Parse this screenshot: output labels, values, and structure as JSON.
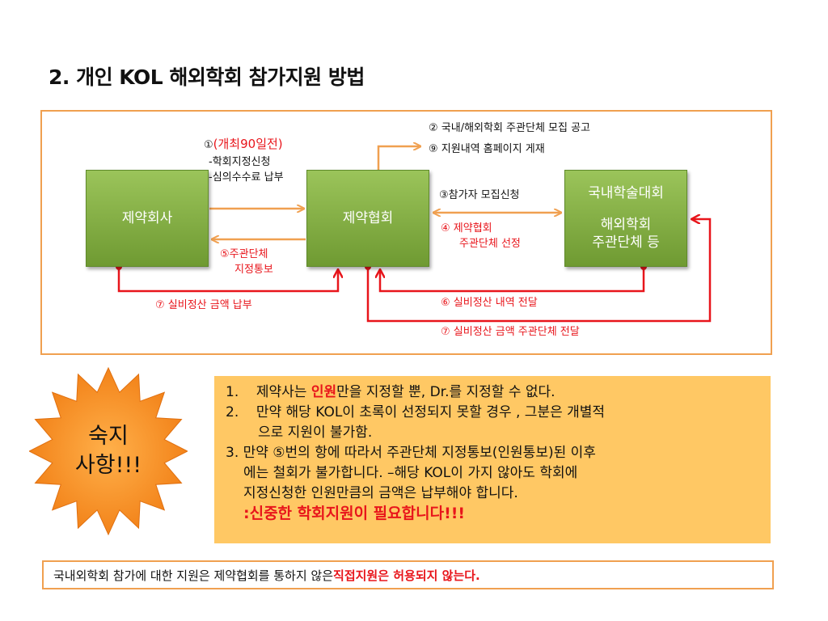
{
  "title": "2. 개인 KOL 해외학회 참가지원 방법",
  "nodes": {
    "pharma": "제약회사",
    "association": "제약협회",
    "academic_line1": "국내학술대회",
    "academic_line2": "해외학회",
    "academic_line3": "주관단체 등"
  },
  "labels": {
    "step1_circle": "①",
    "step1_main": "(개최90일전)",
    "step1_sub1": "-학회지정신청",
    "step1_sub2": "-심의수수료 납부",
    "step2": "② 국내/해외학회 주관단체 모집 공고",
    "step9": "⑨ 지원내역 홈페이지 게재",
    "step3": "③참가자 모집신청",
    "step4_line1": "④ 제약협회",
    "step4_line2": "주관단체 선정",
    "step5_line1": "⑤주관단체",
    "step5_line2": "지정통보",
    "step6": "⑥ 실비정산 내역 전달",
    "step7a": "⑦ 실비정산 금액 납부",
    "step7b": "⑦ 실비정산 금액 주관단체 전달"
  },
  "notice": {
    "line1": "숙지",
    "line2": "사항!!!"
  },
  "notes": {
    "item1_num": "1.",
    "item1_pre": "제약사는 ",
    "item1_hl": "인원",
    "item1_post": "만을 지정할 뿐,  Dr.를 지정할 수 없다.",
    "item2_num": "2.",
    "item2_a": "만약 해당 KOL이 초록이 선정되지 못할 경우 , 그분은 개별적",
    "item2_b": "으로 지원이 불가함.",
    "item3_a": "3. 만약 ⑤번의 항에 따라서 주관단체 지정통보(인원통보)된 이후",
    "item3_b": "에는 철회가 불가합니다. –해당 KOL이 가지 않아도 학회에",
    "item3_c": "지정신청한 인원만큼의 금액은 납부해야 합니다.",
    "item3_emph": ":신중한 학회지원이 필요합니다!!!"
  },
  "bottom": {
    "pre": "국내외학회 참가에 대한 지원은 제약협회를 통하지 않은 ",
    "hl": "직접지원은 허용되지 않는다."
  },
  "colors": {
    "frame": "#f0a050",
    "node_green": "#8ab44a",
    "accent_red": "#e8151b",
    "notes_bg": "#ffc864",
    "star": "#f7931e"
  }
}
